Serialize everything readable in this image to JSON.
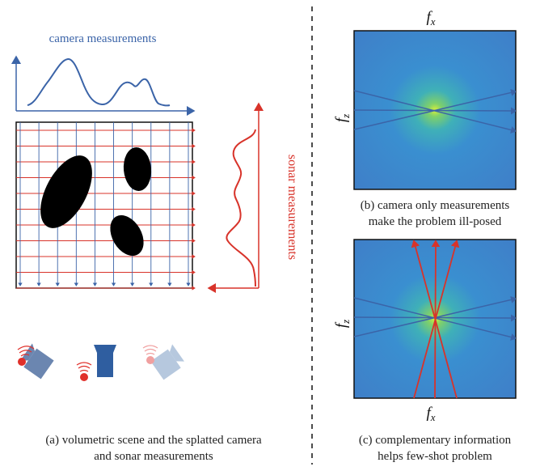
{
  "left_panel": {
    "camera_label": "camera measurements",
    "sonar_label": "sonar measurements",
    "caption_line1": "(a) volumetric scene and the splatted camera",
    "caption_line2": "and sonar measurements"
  },
  "right_top": {
    "x_label": "f",
    "x_sub": "x",
    "y_label": "f",
    "y_sub": "z",
    "caption_line1": "(b) camera only measurements",
    "caption_line2": "make the problem ill-posed"
  },
  "right_bottom": {
    "x_label": "f",
    "x_sub": "x",
    "y_label": "f",
    "y_sub": "z",
    "caption_line1": "(c) complementary information",
    "caption_line2": "helps few-shot problem"
  },
  "colors": {
    "camera": "#3b64a8",
    "sonar": "#d8332a",
    "sonar_light": "#f0a0a0",
    "camera_light": "#b6c8de"
  }
}
